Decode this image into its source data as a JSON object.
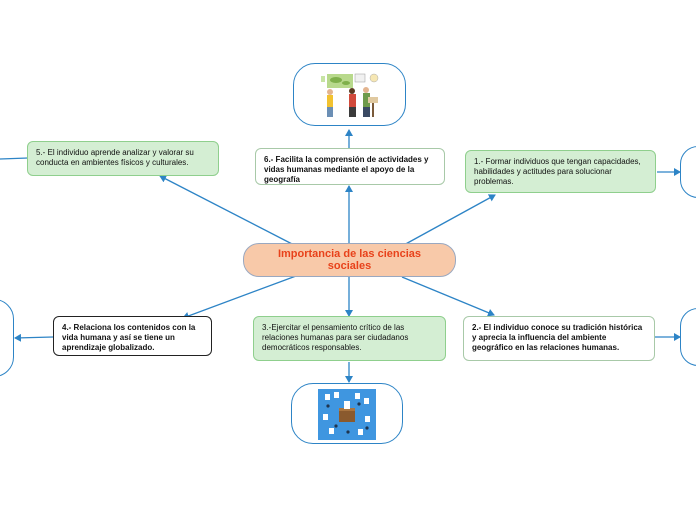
{
  "central": {
    "title": "Importancia de las ciencias sociales"
  },
  "topics": [
    {
      "id": "t1",
      "text": "1.- Formar individuos que tengan capacidades, habilidades y actitudes para solucionar problemas."
    },
    {
      "id": "t2",
      "text": "2.- El individuo conoce su tradición histórica y aprecia la influencia del ambiente geográfico en las relaciones humanas."
    },
    {
      "id": "t3",
      "text": "3.-Ejercitar el pensamiento crítico de las relaciones humanas para ser ciudadanos democráticos responsables."
    },
    {
      "id": "t4",
      "text": "4.- Relaciona los contenidos con la vida humana y así se tiene un aprendizaje globalizado."
    },
    {
      "id": "t5",
      "text": "5.- El individuo aprende analizar y valorar su conducta en ambientes físicos y culturales."
    },
    {
      "id": "t6",
      "text": "6.- Facilita la comprensión de actividades y vidas humanas mediante el apoyo de la geografía"
    }
  ],
  "images": [
    {
      "id": "img-geography-classroom",
      "icon": "geography-classroom-illustration"
    },
    {
      "id": "img-ballot-box",
      "icon": "ballot-box-voting-illustration"
    }
  ],
  "colors": {
    "link": "#2d84c6",
    "central_fill": "#f8c9a9",
    "central_text": "#e8421b",
    "green_fill": "#d4eed3"
  }
}
